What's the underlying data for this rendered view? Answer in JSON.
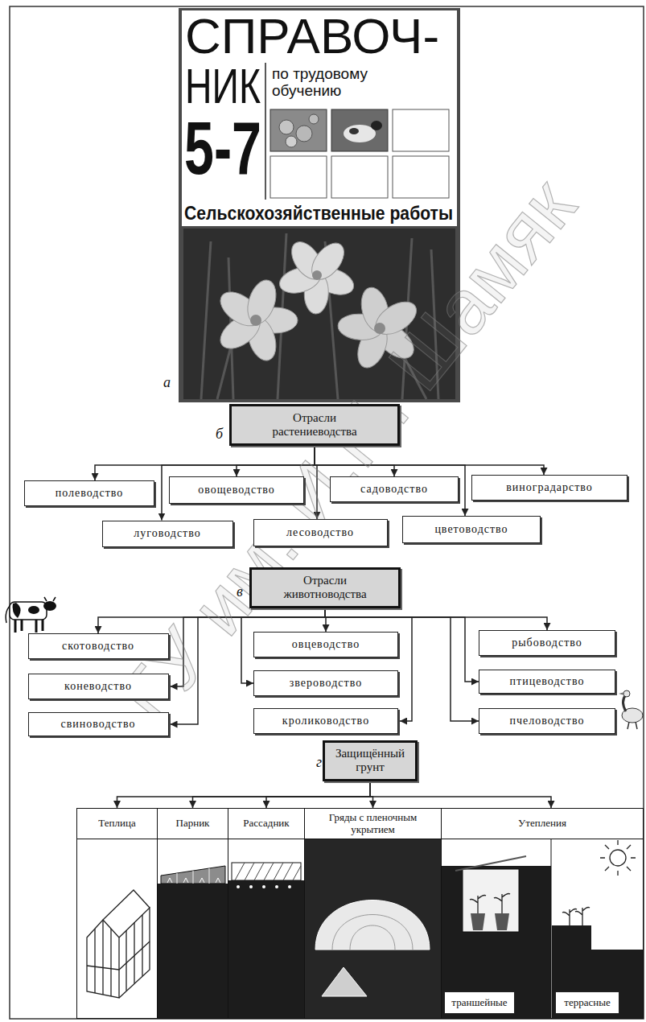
{
  "diagram": {
    "nodes": [
      {
        "text": [
          "Отрасли растениеводства"
        ]
      },
      {
        "text": [
          "полеводство"
        ]
      },
      {
        "text": [
          "овощеводство"
        ]
      },
      {
        "text": [
          "садоводство"
        ]
      },
      {
        "text": [
          "виноградарство"
        ]
      },
      {
        "text": [
          "луговодство"
        ]
      },
      {
        "text": [
          "лесоводство"
        ]
      },
      {
        "text": [
          "цветоводство"
        ]
      },
      {
        "text": [
          "Отрасли животноводства"
        ]
      },
      {
        "text": [
          "скотоводство"
        ]
      },
      {
        "text": [
          "овцеводство"
        ]
      },
      {
        "text": [
          "рыбоводство"
        ]
      },
      {
        "text": [
          "коневодство"
        ]
      },
      {
        "text": [
          "звероводство"
        ]
      },
      {
        "text": [
          "птицеводство"
        ]
      },
      {
        "text": [
          "свиноводство"
        ]
      },
      {
        "text": [
          "кролиководство"
        ]
      },
      {
        "text": [
          "пчеловодство"
        ]
      },
      {
        "text": [
          "Защищённый грунт"
        ]
      },
      {
        "text": [
          "Теплица"
        ]
      },
      {
        "text": [
          "Парник"
        ]
      },
      {
        "text": [
          "Рассадник"
        ]
      },
      {
        "text": [
          "Гряды с пленочным укрытием"
        ]
      },
      {
        "text": [
          "Утепления"
        ]
      },
      {
        "text": [
          "траншейные"
        ],
        "in": 23
      },
      {
        "text": [
          "террасные"
        ],
        "in": 23
      }
    ],
    "edges": [
      {
        "from": 0,
        "to": 1,
        "arrow": "to"
      },
      {
        "from": 0,
        "to": 2,
        "arrow": "to"
      },
      {
        "from": 0,
        "to": 3,
        "arrow": "to"
      },
      {
        "from": 0,
        "to": 4,
        "arrow": "to"
      },
      {
        "from": 0,
        "to": 5,
        "arrow": "to"
      },
      {
        "from": 0,
        "to": 6,
        "arrow": "to"
      },
      {
        "from": 0,
        "to": 7,
        "arrow": "to"
      },
      {
        "from": 8,
        "to": 9,
        "arrow": "to"
      },
      {
        "from": 8,
        "to": 10,
        "arrow": "to"
      },
      {
        "from": 8,
        "to": 11,
        "arrow": "to"
      },
      {
        "from": 8,
        "to": 12,
        "arrow": "to"
      },
      {
        "from": 8,
        "to": 13,
        "arrow": "to"
      },
      {
        "from": 8,
        "to": 14,
        "arrow": "to"
      },
      {
        "from": 8,
        "to": 15,
        "arrow": "to"
      },
      {
        "from": 8,
        "to": 16,
        "arrow": "to"
      },
      {
        "from": 8,
        "to": 17,
        "arrow": "to"
      },
      {
        "from": 18,
        "to": 19,
        "arrow": "to"
      },
      {
        "from": 18,
        "to": 20,
        "arrow": "to"
      },
      {
        "from": 18,
        "to": 21,
        "arrow": "to"
      },
      {
        "from": 18,
        "to": 22,
        "arrow": "to"
      },
      {
        "from": 18,
        "to": 23,
        "arrow": "to"
      }
    ],
    "labels": [
      "СПРАВОЧ-",
      "НИК",
      "по трудовому обучению",
      "5-7",
      "Сельскохозяйственные работы",
      "а",
      "б",
      "в",
      "г",
      "ГУ им. И.П. Шамяк"
    ]
  }
}
